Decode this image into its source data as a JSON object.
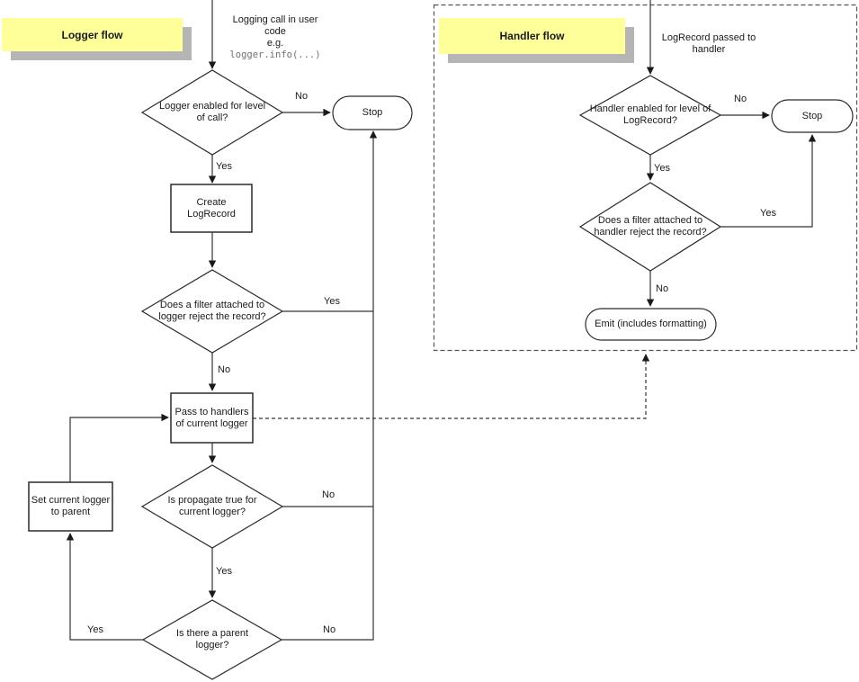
{
  "logger_flow": {
    "title": "Logger flow",
    "intro": {
      "line1": "Logging call in user code",
      "line2": "e.g.",
      "code": "logger.info(...)"
    },
    "nodes": {
      "enabled": "Logger enabled for level of call?",
      "stop": "Stop",
      "create": "Create LogRecord",
      "filter": "Does a filter attached to logger reject the record?",
      "pass": "Pass to handlers of current logger",
      "propagate": "Is propagate true for current logger?",
      "parent": "Is there a parent logger?",
      "set_current": "Set current logger to parent"
    },
    "labels": {
      "enabled_no": "No",
      "enabled_yes": "Yes",
      "filter_yes": "Yes",
      "filter_no": "No",
      "propagate_no": "No",
      "propagate_yes": "Yes",
      "parent_yes": "Yes",
      "parent_no": "No"
    }
  },
  "handler_flow": {
    "title": "Handler flow",
    "intro": {
      "line1": "LogRecord passed to handler"
    },
    "nodes": {
      "enabled": "Handler enabled for level of LogRecord?",
      "stop": "Stop",
      "filter": "Does a filter attached to handler reject the record?",
      "emit": "Emit (includes formatting)"
    },
    "labels": {
      "enabled_no": "No",
      "enabled_yes": "Yes",
      "filter_yes": "Yes",
      "filter_no": "No"
    }
  },
  "colors": {
    "label_bg": "#ffff99",
    "label_shadow": "#b5b5b5",
    "line": "#333333",
    "code_text": "#707070"
  }
}
